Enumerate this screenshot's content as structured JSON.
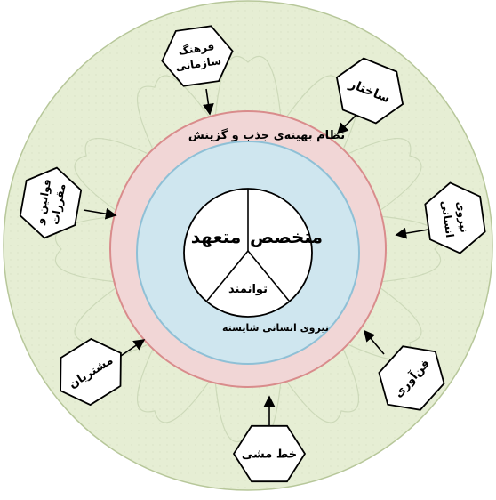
{
  "diagram": {
    "outer_ring_label": "نظام بهینه‌ی جذب و گزینش",
    "inner_ring_label": "نیروی انسانی شایسته",
    "core_segments": {
      "right": "متخصص",
      "left": "متعهد",
      "bottom": "توانمند"
    },
    "factors": [
      {
        "id": "culture",
        "lines": [
          "فرهنگ",
          "سازمانی"
        ]
      },
      {
        "id": "structure",
        "lines": [
          "ساختار"
        ]
      },
      {
        "id": "human-force",
        "lines": [
          "نیروی",
          "انسانی"
        ]
      },
      {
        "id": "technology",
        "lines": [
          "فن‌آوری"
        ]
      },
      {
        "id": "policy",
        "lines": [
          "خط مشی"
        ]
      },
      {
        "id": "customers",
        "lines": [
          "مشتریان"
        ]
      },
      {
        "id": "laws",
        "lines": [
          "قوانین و",
          "مقررات"
        ]
      }
    ]
  },
  "colors": {
    "outer_disc": "#e6eed4",
    "outer_disc_stroke": "#b7c79a",
    "red_ring": "#f1d6d6",
    "red_ring_stroke": "#d98c8c",
    "blue_ring": "#cfe6ef",
    "blue_ring_stroke": "#8fc0d6",
    "core": "#ffffff",
    "hexagon_fill": "#ffffff",
    "hexagon_stroke": "#000000",
    "arrow": "#000000"
  }
}
